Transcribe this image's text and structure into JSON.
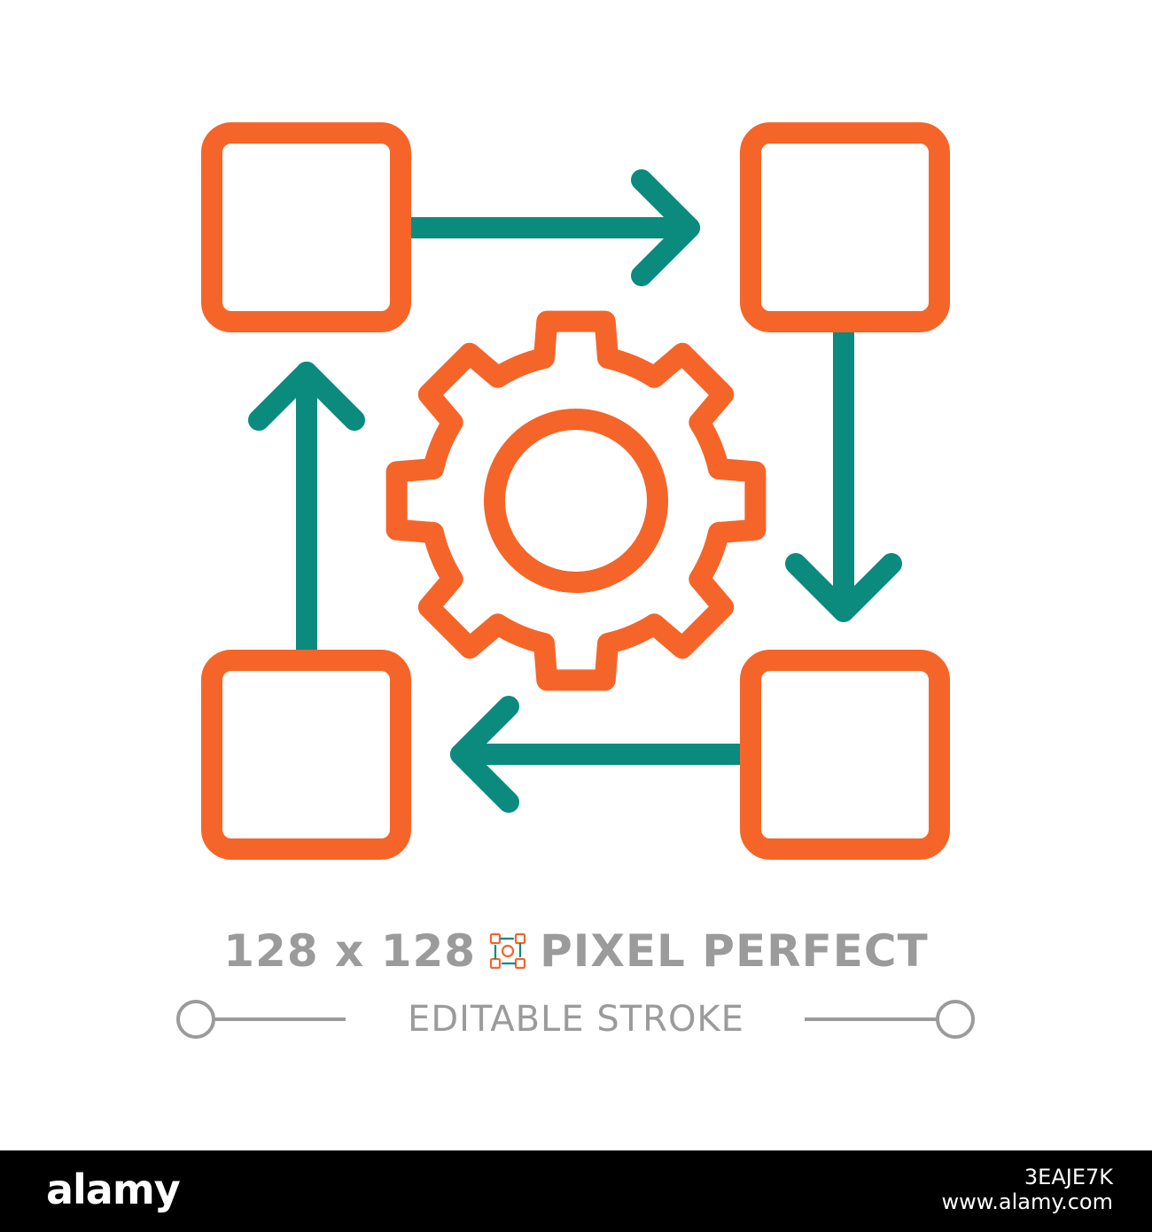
{
  "colors": {
    "orange": "#f56529",
    "teal": "#0b8a7e",
    "caption_gray": "#9b9b9b",
    "background": "#ffffff",
    "footer_background": "#000000",
    "footer_text": "#ffffff"
  },
  "icon": {
    "name": "workflow-cycle-gear-icon",
    "blocks": 4,
    "arrows": 4,
    "center": "gear-icon"
  },
  "caption": {
    "size_text": "128 x 128",
    "mini_icon": "workflow-cycle-mini-icon",
    "perfect_text": "PIXEL PERFECT"
  },
  "editable": {
    "label": "EDITABLE STROKE"
  },
  "footer": {
    "brand": "alamy",
    "image_id": "3EAJE7K",
    "site": "www.alamy.com"
  }
}
